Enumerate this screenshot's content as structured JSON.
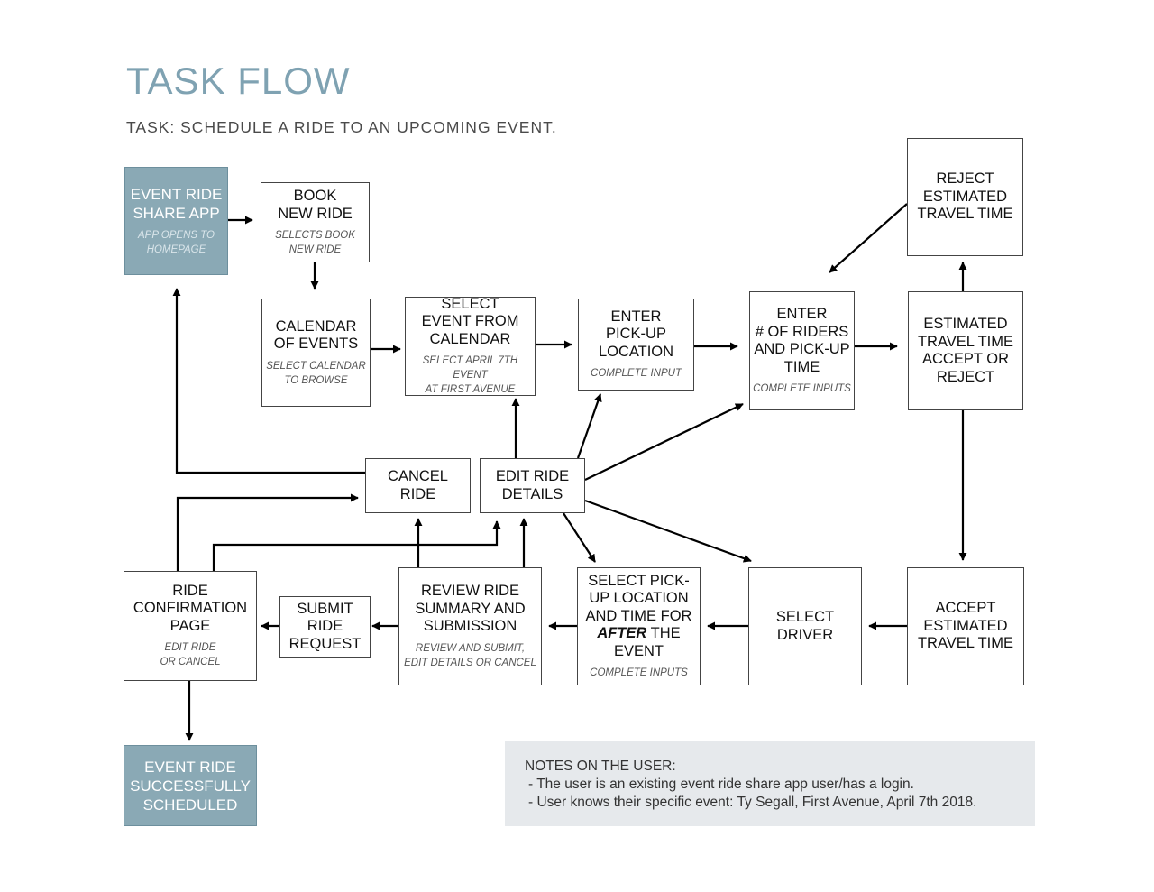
{
  "header": {
    "title": "TASK FLOW",
    "subtitle": "TASK: SCHEDULE A RIDE TO AN UPCOMING EVENT."
  },
  "nodes": {
    "start": {
      "title": "EVENT RIDE\nSHARE APP",
      "sub": "APP OPENS TO\nHOMEPAGE"
    },
    "book": {
      "title": "BOOK\nNEW RIDE",
      "sub": "SELECTS BOOK\nNEW RIDE"
    },
    "calendar": {
      "title": "CALENDAR\nOF EVENTS",
      "sub": "SELECT CALENDAR\nTO BROWSE"
    },
    "select_event": {
      "title": "SELECT\nEVENT FROM\nCALENDAR",
      "sub": "SELECT APRIL 7TH EVENT\nAT FIRST AVENUE"
    },
    "pickup": {
      "title": "ENTER\nPICK-UP\nLOCATION",
      "sub": "COMPLETE INPUT"
    },
    "riders": {
      "title": "ENTER\n# OF RIDERS\nAND PICK-UP\nTIME",
      "sub": "COMPLETE INPUTS"
    },
    "estimated": {
      "title": "ESTIMATED\nTRAVEL TIME\nACCEPT OR\nREJECT"
    },
    "reject": {
      "title": "REJECT\nESTIMATED\nTRAVEL TIME"
    },
    "accept": {
      "title": "ACCEPT\nESTIMATED\nTRAVEL TIME"
    },
    "driver": {
      "title": "SELECT\nDRIVER"
    },
    "after_event": {
      "title_1": "SELECT PICK-\nUP LOCATION\nAND TIME FOR",
      "title_em": "AFTER",
      "title_2": " THE\nEVENT",
      "sub": "COMPLETE INPUTS"
    },
    "review": {
      "title": "REVIEW RIDE\nSUMMARY AND\nSUBMISSION",
      "sub": "REVIEW AND SUBMIT,\nEDIT DETAILS OR CANCEL"
    },
    "submit": {
      "title": "SUBMIT\nRIDE\nREQUEST"
    },
    "confirmation": {
      "title": "RIDE\nCONFIRMATION\nPAGE",
      "sub": "EDIT RIDE\nOR CANCEL"
    },
    "cancel": {
      "title": "CANCEL\nRIDE"
    },
    "edit": {
      "title": "EDIT RIDE\nDETAILS"
    },
    "success": {
      "title": "EVENT RIDE\nSUCCESSFULLY\nSCHEDULED"
    }
  },
  "notes": {
    "heading": "NOTES ON THE USER:",
    "lines": [
      "- The user is an existing event ride share app user/has a login.",
      "- User knows their specific event: Ty Segall, First Avenue, April 7th 2018."
    ]
  },
  "colors": {
    "accent": "#8aa9b5",
    "title": "#7fa2b2",
    "notes_bg": "#e6e9ec"
  }
}
